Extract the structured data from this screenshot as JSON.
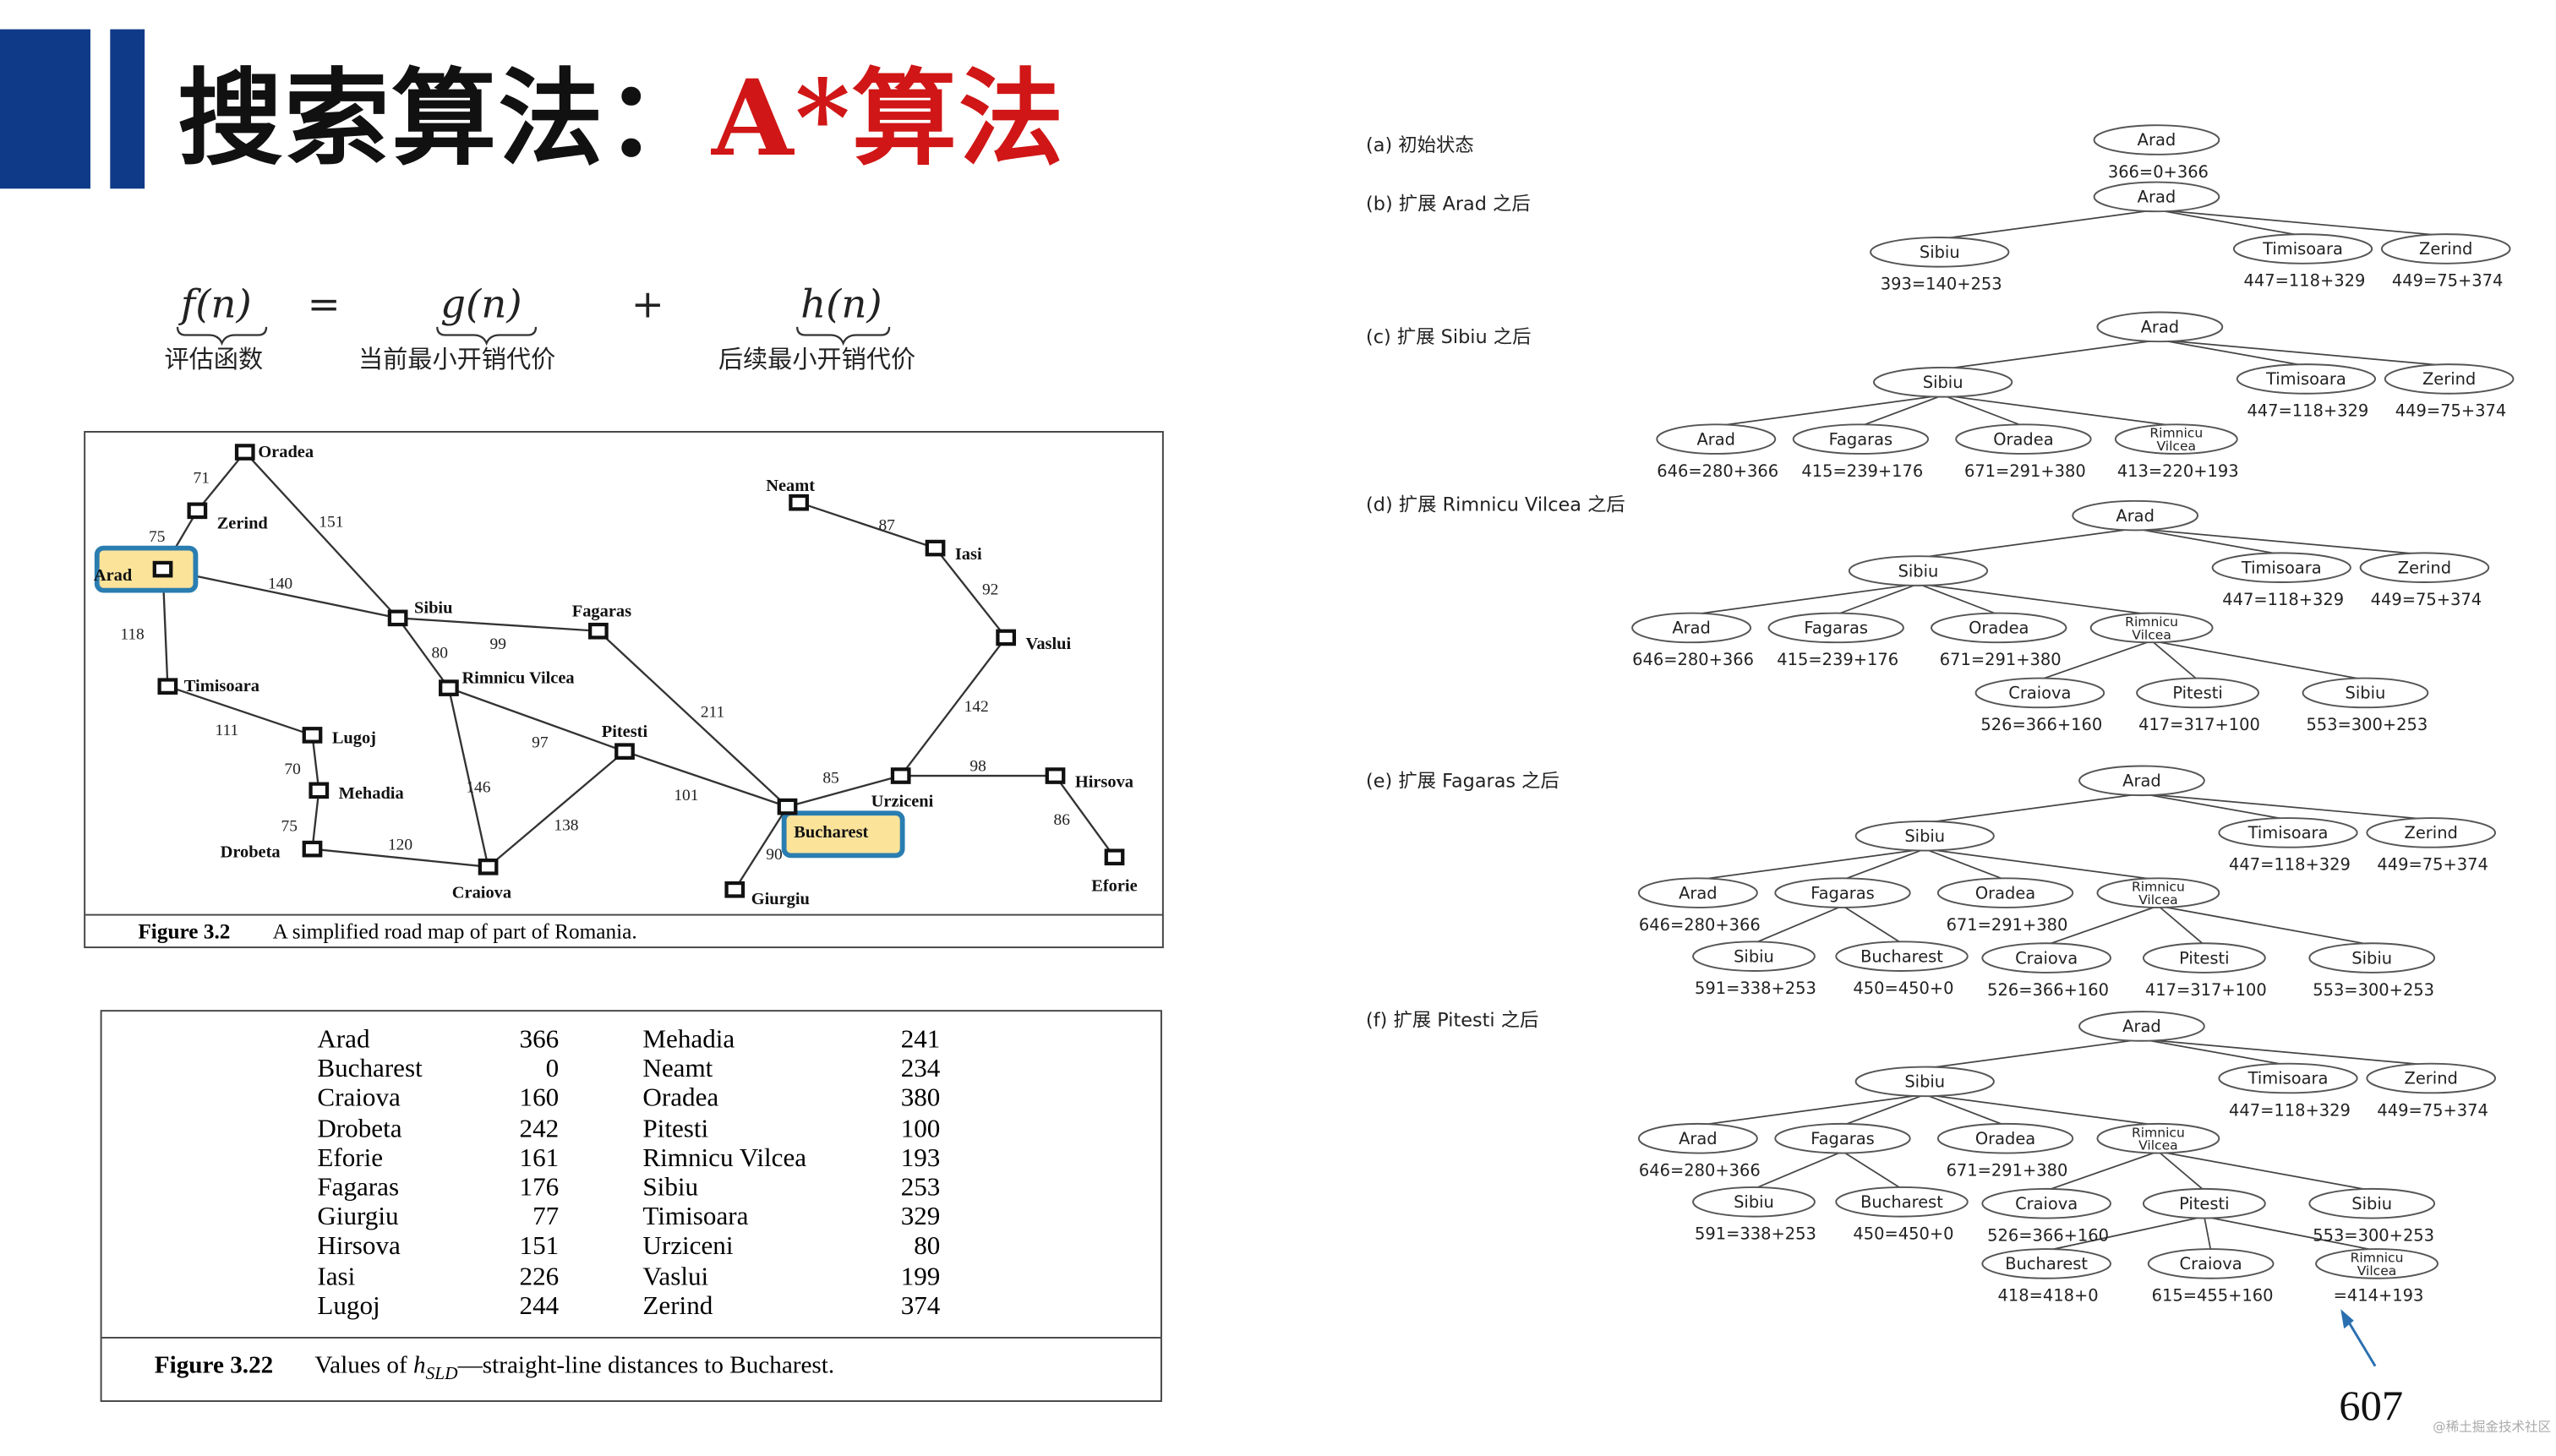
{
  "header": {
    "title_main": "搜索算法：",
    "title_sub": "A*算法"
  },
  "formula": {
    "f": "f(n)",
    "eq": "=",
    "g": "g(n)",
    "plus": "+",
    "h": "h(n)",
    "f_caption": "评估函数",
    "g_caption": "当前最小开销代价",
    "h_caption": "后续最小开销代价"
  },
  "map": {
    "caption_num": "Figure 3.2",
    "caption_text": "A simplified road map of part of Romania.",
    "cities": [
      {
        "name": "Oradea",
        "highlight": ""
      },
      {
        "name": "Zerind",
        "highlight": ""
      },
      {
        "name": "Arad",
        "highlight": "start"
      },
      {
        "name": "Timisoara",
        "highlight": ""
      },
      {
        "name": "Lugoj",
        "highlight": ""
      },
      {
        "name": "Mehadia",
        "highlight": ""
      },
      {
        "name": "Drobeta",
        "highlight": ""
      },
      {
        "name": "Craiova",
        "highlight": ""
      },
      {
        "name": "Sibiu",
        "highlight": ""
      },
      {
        "name": "Fagaras",
        "highlight": ""
      },
      {
        "name": "Rimnicu Vilcea",
        "highlight": ""
      },
      {
        "name": "Pitesti",
        "highlight": ""
      },
      {
        "name": "Bucharest",
        "highlight": "goal"
      },
      {
        "name": "Giurgiu",
        "highlight": ""
      },
      {
        "name": "Urziceni",
        "highlight": ""
      },
      {
        "name": "Neamt",
        "highlight": ""
      },
      {
        "name": "Iasi",
        "highlight": ""
      },
      {
        "name": "Vaslui",
        "highlight": ""
      },
      {
        "name": "Hirsova",
        "highlight": ""
      },
      {
        "name": "Eforie",
        "highlight": ""
      }
    ],
    "roads": [
      {
        "a": "Oradea",
        "b": "Zerind",
        "d": "71"
      },
      {
        "a": "Zerind",
        "b": "Arad",
        "d": "75"
      },
      {
        "a": "Oradea",
        "b": "Sibiu",
        "d": "151"
      },
      {
        "a": "Arad",
        "b": "Sibiu",
        "d": "140"
      },
      {
        "a": "Arad",
        "b": "Timisoara",
        "d": "118"
      },
      {
        "a": "Timisoara",
        "b": "Lugoj",
        "d": "111"
      },
      {
        "a": "Lugoj",
        "b": "Mehadia",
        "d": "70"
      },
      {
        "a": "Mehadia",
        "b": "Drobeta",
        "d": "75"
      },
      {
        "a": "Drobeta",
        "b": "Craiova",
        "d": "120"
      },
      {
        "a": "Sibiu",
        "b": "Fagaras",
        "d": "99"
      },
      {
        "a": "Sibiu",
        "b": "Rimnicu Vilcea",
        "d": "80"
      },
      {
        "a": "Rimnicu Vilcea",
        "b": "Pitesti",
        "d": "97"
      },
      {
        "a": "Rimnicu Vilcea",
        "b": "Craiova",
        "d": "146"
      },
      {
        "a": "Craiova",
        "b": "Pitesti",
        "d": "138"
      },
      {
        "a": "Fagaras",
        "b": "Bucharest",
        "d": "211"
      },
      {
        "a": "Pitesti",
        "b": "Bucharest",
        "d": "101"
      },
      {
        "a": "Bucharest",
        "b": "Giurgiu",
        "d": "90"
      },
      {
        "a": "Bucharest",
        "b": "Urziceni",
        "d": "85"
      },
      {
        "a": "Urziceni",
        "b": "Hirsova",
        "d": "98"
      },
      {
        "a": "Hirsova",
        "b": "Eforie",
        "d": "86"
      },
      {
        "a": "Urziceni",
        "b": "Vaslui",
        "d": "142"
      },
      {
        "a": "Vaslui",
        "b": "Iasi",
        "d": "92"
      },
      {
        "a": "Iasi",
        "b": "Neamt",
        "d": "87"
      }
    ]
  },
  "sld_table": {
    "caption_num": "Figure 3.22",
    "caption_pre": "Values of",
    "caption_h": "h",
    "caption_sub": "SLD",
    "caption_post": "—straight-line distances to Bucharest.",
    "left": [
      [
        "Arad",
        "366"
      ],
      [
        "Bucharest",
        "0"
      ],
      [
        "Craiova",
        "160"
      ],
      [
        "Drobeta",
        "242"
      ],
      [
        "Eforie",
        "161"
      ],
      [
        "Fagaras",
        "176"
      ],
      [
        "Giurgiu",
        "77"
      ],
      [
        "Hirsova",
        "151"
      ],
      [
        "Iasi",
        "226"
      ],
      [
        "Lugoj",
        "244"
      ]
    ],
    "right": [
      [
        "Mehadia",
        "241"
      ],
      [
        "Neamt",
        "234"
      ],
      [
        "Oradea",
        "380"
      ],
      [
        "Pitesti",
        "100"
      ],
      [
        "Rimnicu Vilcea",
        "193"
      ],
      [
        "Sibiu",
        "253"
      ],
      [
        "Timisoara",
        "329"
      ],
      [
        "Urziceni",
        "80"
      ],
      [
        "Vaslui",
        "199"
      ],
      [
        "Zerind",
        "374"
      ]
    ]
  },
  "search_stages": [
    {
      "label": "(a) 初始状态",
      "nodes": [
        {
          "id": "A",
          "name": "Arad",
          "value": "366=0+366"
        }
      ]
    },
    {
      "label": "(b) 扩展 Arad 之后",
      "nodes": [
        {
          "id": "A",
          "name": "Arad",
          "value": ""
        },
        {
          "id": "S",
          "name": "Sibiu",
          "value": "393=140+253",
          "parent": "A"
        },
        {
          "id": "T",
          "name": "Timisoara",
          "value": "447=118+329",
          "parent": "A"
        },
        {
          "id": "Z",
          "name": "Zerind",
          "value": "449=75+374",
          "parent": "A"
        }
      ]
    },
    {
      "label": "(c) 扩展 Sibiu 之后",
      "nodes": [
        {
          "id": "A",
          "name": "Arad",
          "value": ""
        },
        {
          "id": "S",
          "name": "Sibiu",
          "value": "",
          "parent": "A"
        },
        {
          "id": "T",
          "name": "Timisoara",
          "value": "447=118+329",
          "parent": "A"
        },
        {
          "id": "Z",
          "name": "Zerind",
          "value": "449=75+374",
          "parent": "A"
        },
        {
          "id": "SA",
          "name": "Arad",
          "value": "646=280+366",
          "parent": "S"
        },
        {
          "id": "SF",
          "name": "Fagaras",
          "value": "415=239+176",
          "parent": "S"
        },
        {
          "id": "SO",
          "name": "Oradea",
          "value": "671=291+380",
          "parent": "S"
        },
        {
          "id": "SR",
          "name": "Rimnicu Vilcea",
          "value": "413=220+193",
          "parent": "S"
        }
      ]
    },
    {
      "label": "(d) 扩展 Rimnicu Vilcea 之后",
      "nodes": [
        {
          "id": "A",
          "name": "Arad",
          "value": ""
        },
        {
          "id": "S",
          "name": "Sibiu",
          "value": "",
          "parent": "A"
        },
        {
          "id": "T",
          "name": "Timisoara",
          "value": "447=118+329",
          "parent": "A"
        },
        {
          "id": "Z",
          "name": "Zerind",
          "value": "449=75+374",
          "parent": "A"
        },
        {
          "id": "SA",
          "name": "Arad",
          "value": "646=280+366",
          "parent": "S"
        },
        {
          "id": "SF",
          "name": "Fagaras",
          "value": "415=239+176",
          "parent": "S"
        },
        {
          "id": "SO",
          "name": "Oradea",
          "value": "671=291+380",
          "parent": "S"
        },
        {
          "id": "SR",
          "name": "Rimnicu Vilcea",
          "value": "",
          "parent": "S"
        },
        {
          "id": "RC",
          "name": "Craiova",
          "value": "526=366+160",
          "parent": "SR"
        },
        {
          "id": "RP",
          "name": "Pitesti",
          "value": "417=317+100",
          "parent": "SR"
        },
        {
          "id": "RS",
          "name": "Sibiu",
          "value": "553=300+253",
          "parent": "SR"
        }
      ]
    },
    {
      "label": "(e) 扩展 Fagaras 之后",
      "nodes": [
        {
          "id": "A",
          "name": "Arad",
          "value": ""
        },
        {
          "id": "S",
          "name": "Sibiu",
          "value": "",
          "parent": "A"
        },
        {
          "id": "T",
          "name": "Timisoara",
          "value": "447=118+329",
          "parent": "A"
        },
        {
          "id": "Z",
          "name": "Zerind",
          "value": "449=75+374",
          "parent": "A"
        },
        {
          "id": "SA",
          "name": "Arad",
          "value": "646=280+366",
          "parent": "S"
        },
        {
          "id": "SF",
          "name": "Fagaras",
          "value": "",
          "parent": "S"
        },
        {
          "id": "SO",
          "name": "Oradea",
          "value": "671=291+380",
          "parent": "S"
        },
        {
          "id": "SR",
          "name": "Rimnicu Vilcea",
          "value": "",
          "parent": "S"
        },
        {
          "id": "FS",
          "name": "Sibiu",
          "value": "591=338+253",
          "parent": "SF"
        },
        {
          "id": "FB",
          "name": "Bucharest",
          "value": "450=450+0",
          "parent": "SF"
        },
        {
          "id": "RC",
          "name": "Craiova",
          "value": "526=366+160",
          "parent": "SR"
        },
        {
          "id": "RP",
          "name": "Pitesti",
          "value": "417=317+100",
          "parent": "SR"
        },
        {
          "id": "RS",
          "name": "Sibiu",
          "value": "553=300+253",
          "parent": "SR"
        }
      ]
    },
    {
      "label": "(f) 扩展 Pitesti 之后",
      "nodes": [
        {
          "id": "A",
          "name": "Arad",
          "value": ""
        },
        {
          "id": "S",
          "name": "Sibiu",
          "value": "",
          "parent": "A"
        },
        {
          "id": "T",
          "name": "Timisoara",
          "value": "447=118+329",
          "parent": "A"
        },
        {
          "id": "Z",
          "name": "Zerind",
          "value": "449=75+374",
          "parent": "A"
        },
        {
          "id": "SA",
          "name": "Arad",
          "value": "646=280+366",
          "parent": "S"
        },
        {
          "id": "SF",
          "name": "Fagaras",
          "value": "",
          "parent": "S"
        },
        {
          "id": "SO",
          "name": "Oradea",
          "value": "671=291+380",
          "parent": "S"
        },
        {
          "id": "SR",
          "name": "Rimnicu Vilcea",
          "value": "",
          "parent": "S"
        },
        {
          "id": "FS",
          "name": "Sibiu",
          "value": "591=338+253",
          "parent": "SF"
        },
        {
          "id": "FB",
          "name": "Bucharest",
          "value": "450=450+0",
          "parent": "SF"
        },
        {
          "id": "RC",
          "name": "Craiova",
          "value": "526=366+160",
          "parent": "SR"
        },
        {
          "id": "RP",
          "name": "Pitesti",
          "value": "",
          "parent": "SR"
        },
        {
          "id": "RS",
          "name": "Sibiu",
          "value": "553=300+253",
          "parent": "SR"
        },
        {
          "id": "PB",
          "name": "Bucharest",
          "value": "418=418+0",
          "parent": "RP"
        },
        {
          "id": "PC",
          "name": "Craiova",
          "value": "615=455+160",
          "parent": "RP"
        },
        {
          "id": "PR",
          "name": "Rimnicu Vilcea",
          "value": "=414+193",
          "parent": "RP"
        }
      ]
    }
  ],
  "page_number": "607",
  "watermark": "@稀土掘金技术社区",
  "colors": {
    "accent_blue": "#0f3a87",
    "title_red": "#d01616",
    "highlight_fill": "#fbe39a",
    "highlight_border": "#2a7db0"
  }
}
